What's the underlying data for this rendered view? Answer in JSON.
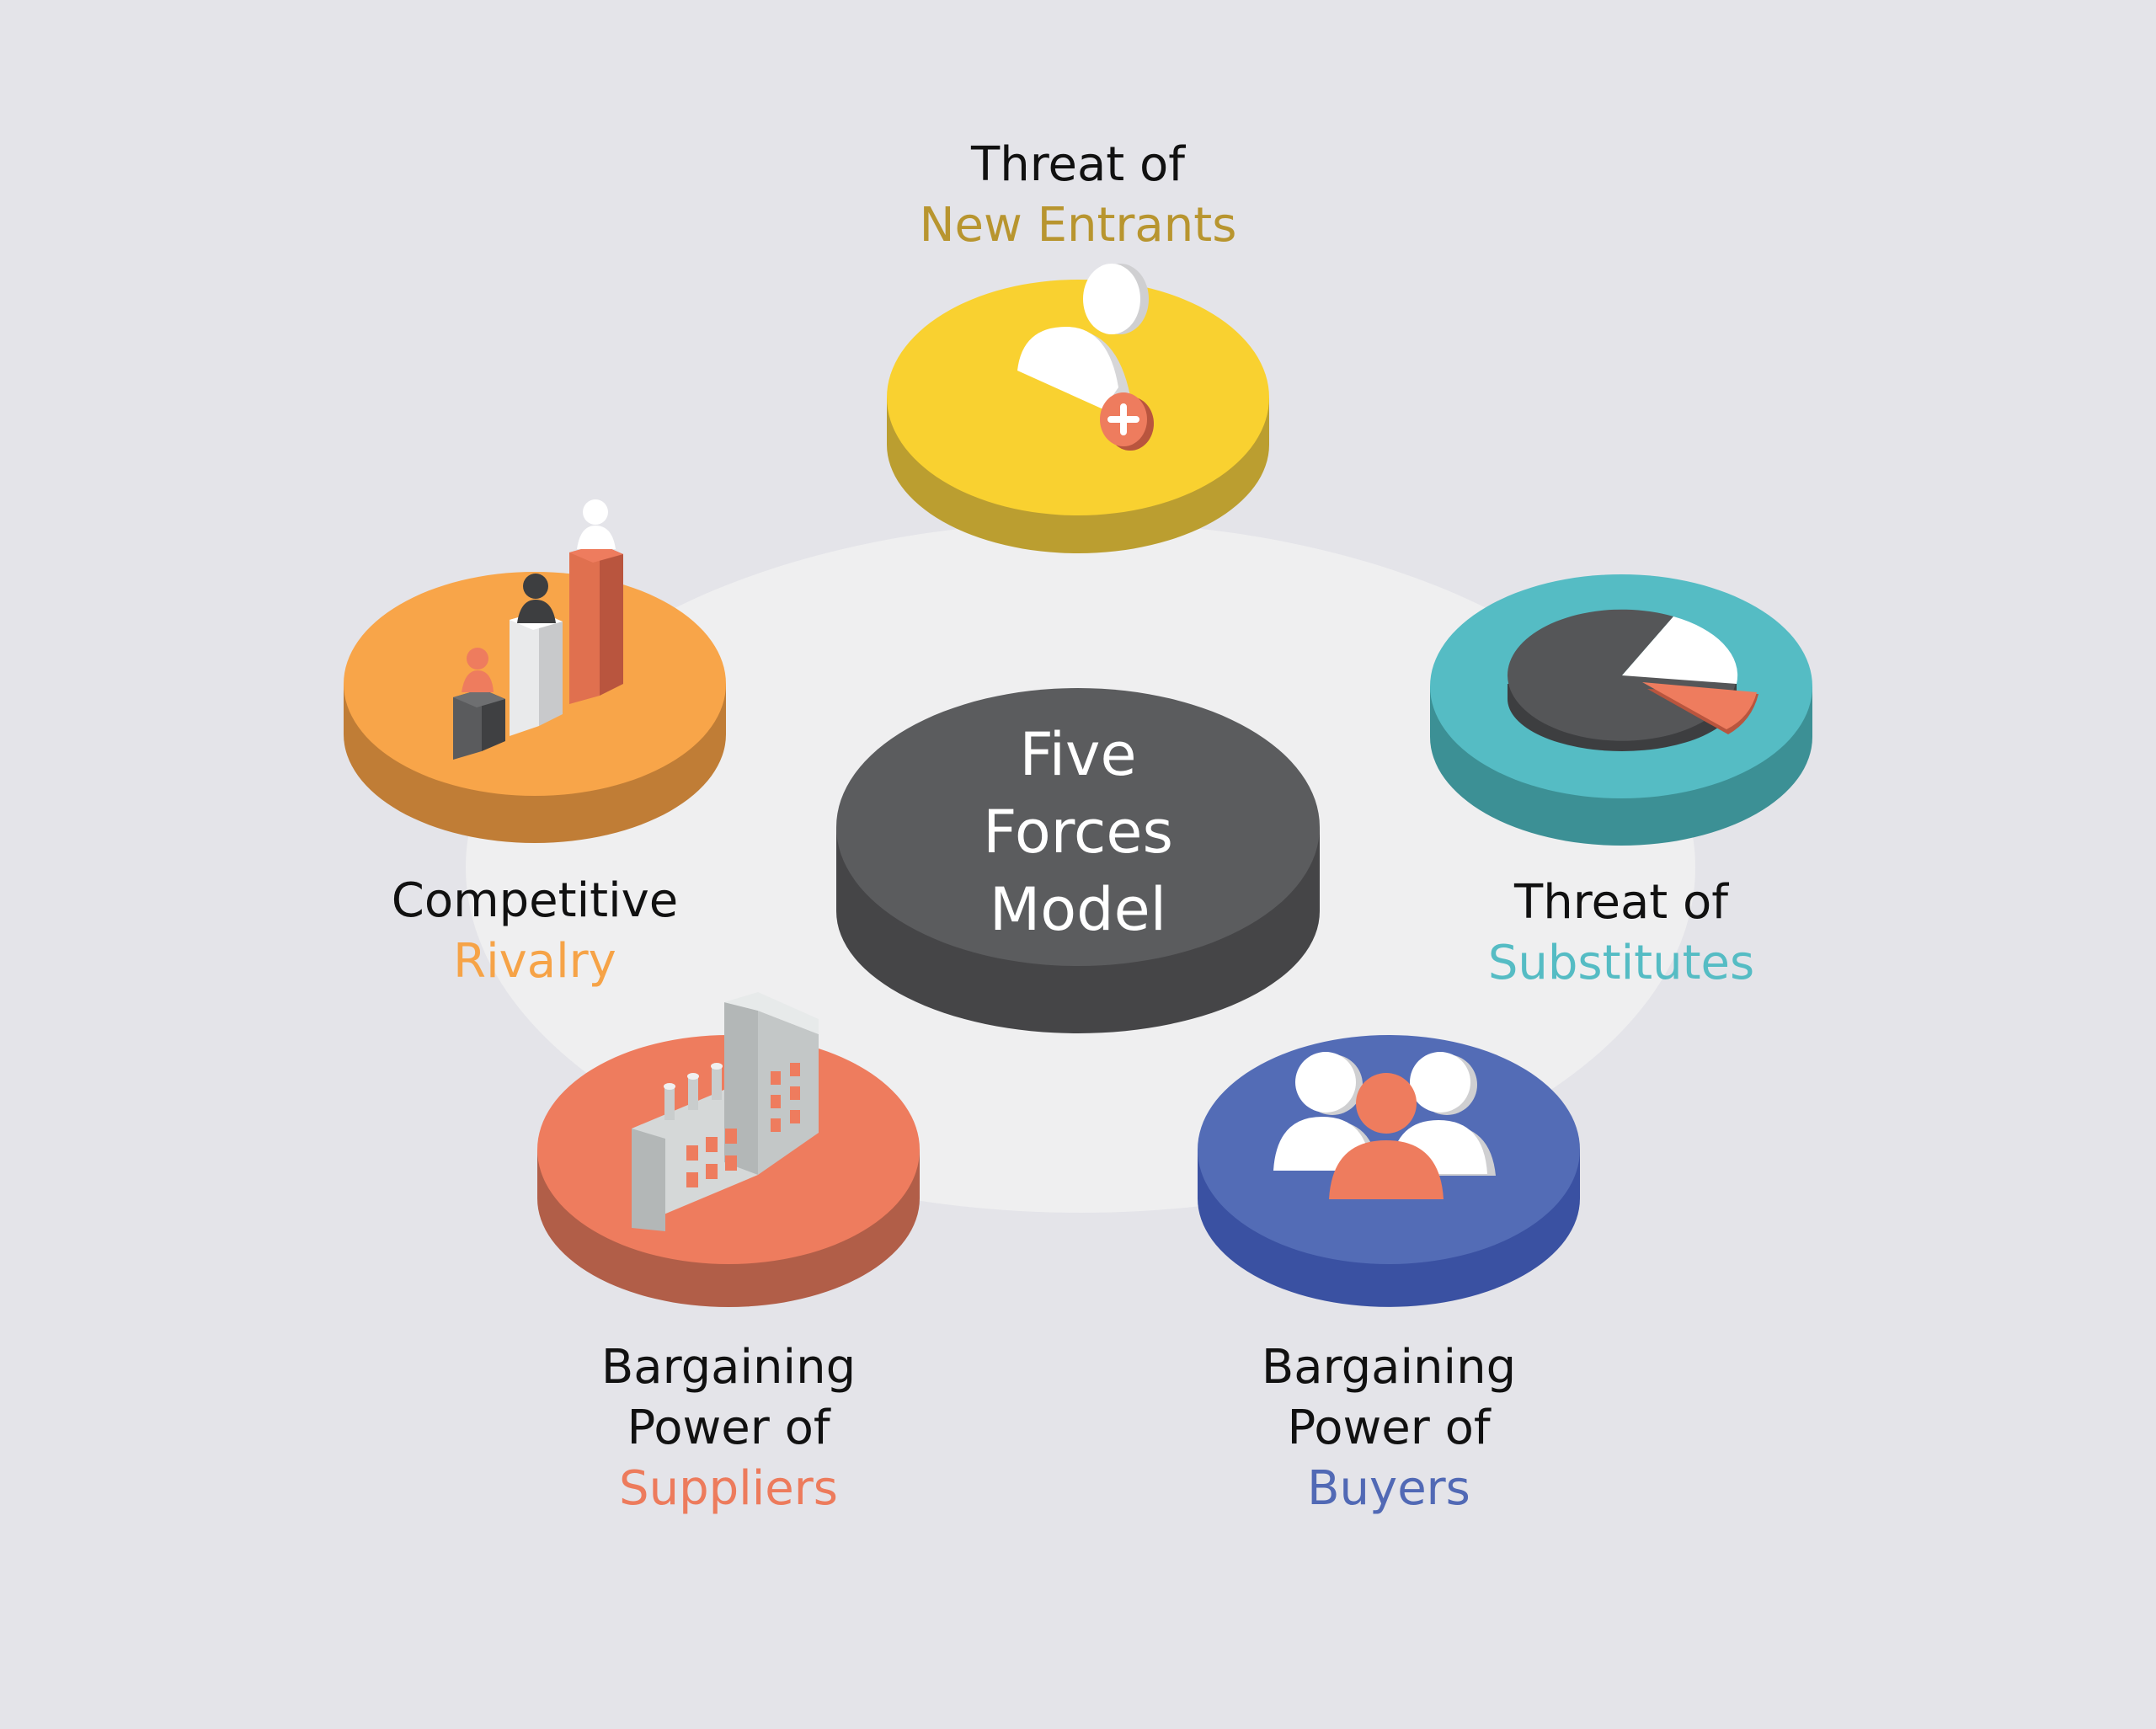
{
  "center": {
    "lines": [
      "Five",
      "Forces",
      "Model"
    ]
  },
  "forces": [
    {
      "id": "new-entrants",
      "line1": "Threat of",
      "line2": "New Entrants",
      "accent": "#b8952f",
      "disk_top": "#f9d130",
      "disk_side": "#bb9e30",
      "icon": "add-person-icon"
    },
    {
      "id": "substitutes",
      "line1": "Threat of",
      "line2": "Substitutes",
      "accent": "#55bcc4",
      "disk_top": "#55bcc4",
      "disk_side": "#3c9095",
      "icon": "pie-chart-icon"
    },
    {
      "id": "buyers",
      "line1": "Bargaining",
      "line1b": "Power of",
      "line2": "Buyers",
      "accent": "#5169b5",
      "disk_top": "#536cb6",
      "disk_side": "#3a51a2",
      "icon": "people-group-icon"
    },
    {
      "id": "suppliers",
      "line1": "Bargaining",
      "line1b": "Power of",
      "line2": "Suppliers",
      "accent": "#ed7b5c",
      "disk_top": "#ee7c5e",
      "disk_side": "#b15e48",
      "icon": "factory-icon"
    },
    {
      "id": "rivalry",
      "line1": "Competitive",
      "line2": "Rivalry",
      "accent": "#f6a347",
      "disk_top": "#f8a549",
      "disk_side": "#c07d36",
      "icon": "podium-ranking-icon"
    }
  ],
  "colors": {
    "background": "#e4e4e9",
    "ring": "#efeff0",
    "center_top": "#5b5c5e",
    "center_side": "#454547",
    "label_dark": "#111111"
  }
}
